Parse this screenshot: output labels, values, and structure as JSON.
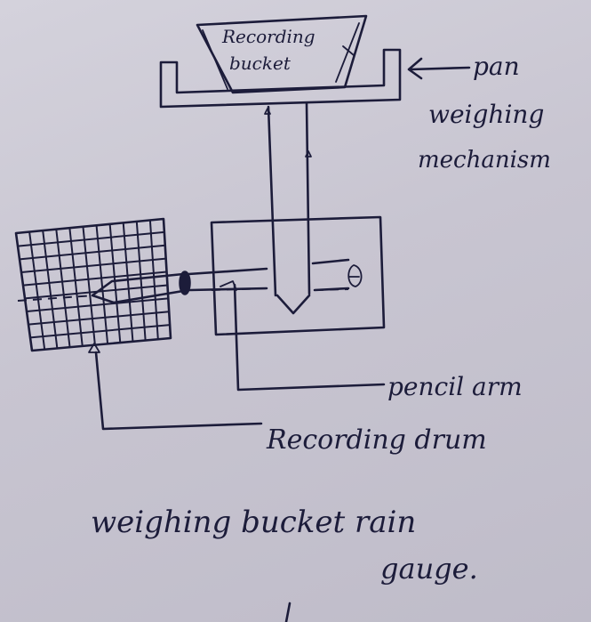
{
  "labels": {
    "recording_bucket_line1": "Recording",
    "recording_bucket_line2": "bucket",
    "pan_line1": "pan",
    "pan_line2": "weighing",
    "pan_line3": "mechanism",
    "pencil_arm": "pencil arm",
    "recording_drum": "Recording drum",
    "title_line1": "weighing bucket rain",
    "title_line2": "gauge."
  },
  "colors": {
    "ink": "#1c1c3a",
    "paper": "#c9c6d2"
  }
}
